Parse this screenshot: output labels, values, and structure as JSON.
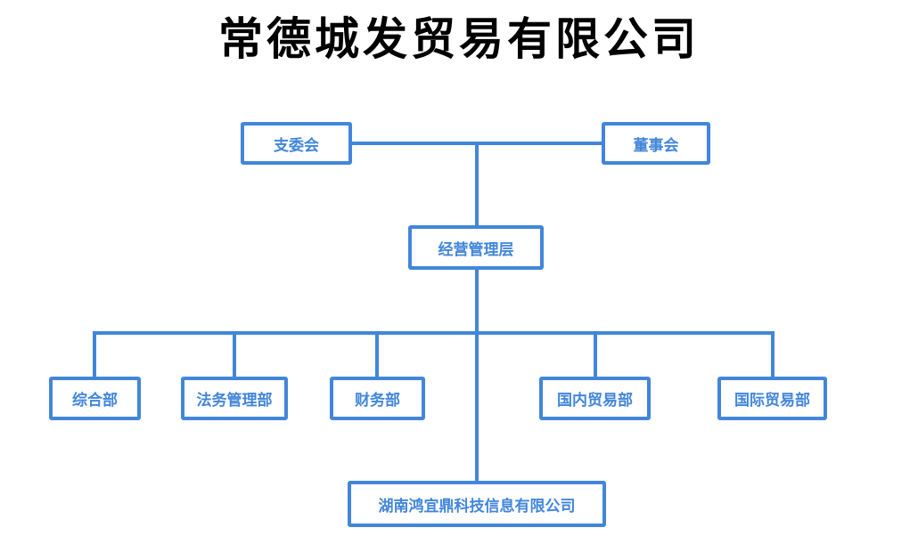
{
  "title": "常德城发贸易有限公司",
  "colors": {
    "accent": "#4286DB",
    "node_background": "#FFFFFF",
    "title_text": "#000000"
  },
  "org_chart": {
    "type": "org-tree",
    "top_row": [
      {
        "label": "支委会"
      },
      {
        "label": "董事会"
      }
    ],
    "management": {
      "label": "经营管理层"
    },
    "departments": [
      {
        "label": "综合部"
      },
      {
        "label": "法务管理部"
      },
      {
        "label": "财务部"
      },
      {
        "label": "国内贸易部"
      },
      {
        "label": "国际贸易部"
      }
    ],
    "subsidiary": {
      "label": "湖南鸿宜鼎科技信息有限公司"
    }
  }
}
